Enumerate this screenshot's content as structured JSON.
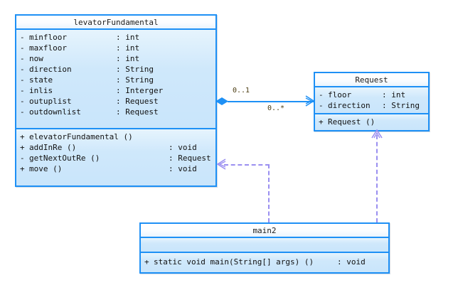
{
  "diagram": {
    "type": "uml-class-diagram",
    "background": "#ffffff",
    "accent_border": "#1e90f5",
    "class_fill": "#cfe8fb",
    "header_fill": "#ffffff",
    "dependency_color": "#9a8ff0",
    "multiplicity_color": "#4a3b10"
  },
  "classes": [
    {
      "name": "levatorFundamental",
      "attributes": [
        {
          "visibility": "-",
          "name": "minfloor",
          "type": "int"
        },
        {
          "visibility": "-",
          "name": "maxfloor",
          "type": "int"
        },
        {
          "visibility": "-",
          "name": "now",
          "type": "int"
        },
        {
          "visibility": "-",
          "name": "direction",
          "type": "String"
        },
        {
          "visibility": "-",
          "name": "state",
          "type": "String"
        },
        {
          "visibility": "-",
          "name": "inlis",
          "type": "Interger"
        },
        {
          "visibility": "-",
          "name": "outuplist",
          "type": "Request"
        },
        {
          "visibility": "-",
          "name": "outdownlist",
          "type": "Request"
        }
      ],
      "operations": [
        {
          "visibility": "+",
          "name": "elevatorFundamental ()",
          "type": ""
        },
        {
          "visibility": "+",
          "name": "addInRe ()",
          "type": "void"
        },
        {
          "visibility": "-",
          "name": "getNextOutRe ()",
          "type": "Request"
        },
        {
          "visibility": "+",
          "name": "move ()",
          "type": "void"
        }
      ]
    },
    {
      "name": "Request",
      "attributes": [
        {
          "visibility": "-",
          "name": "floor",
          "type": "int"
        },
        {
          "visibility": "-",
          "name": "direction",
          "type": "String"
        }
      ],
      "operations": [
        {
          "visibility": "+",
          "name": "Request ()",
          "type": ""
        }
      ]
    },
    {
      "name": "main2",
      "attributes": [],
      "operations": [
        {
          "visibility": "+",
          "name": "static void main(String[] args) ()",
          "type": "void"
        }
      ]
    }
  ],
  "relationships": [
    {
      "kind": "aggregation",
      "from": "levatorFundamental",
      "to": "Request",
      "source_multiplicity": "0..1",
      "target_multiplicity": "0..*"
    },
    {
      "kind": "dependency",
      "from": "main2",
      "to": "levatorFundamental"
    },
    {
      "kind": "dependency",
      "from": "main2",
      "to": "Request"
    }
  ]
}
